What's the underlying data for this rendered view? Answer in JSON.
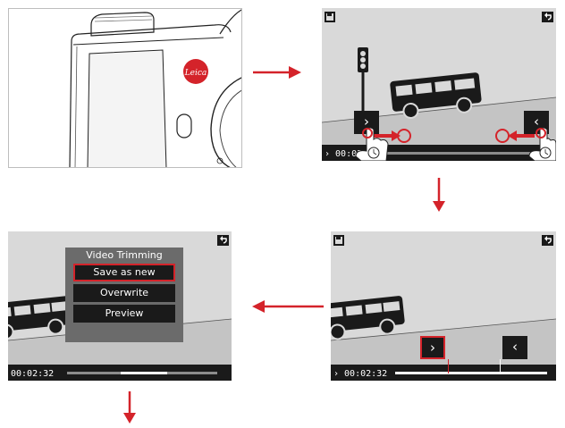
{
  "colors": {
    "screen_bg": "#d9d9d9",
    "bar_bg": "#1a1a1a",
    "highlight": "#d4232a",
    "menu_bg": "#6b6b6b"
  },
  "camera": {
    "logo_text": "Leica"
  },
  "step2": {
    "timecode": "› 00:02:32",
    "left_control": "›",
    "right_control": "‹",
    "icons": [
      "save-icon",
      "back-icon",
      "traffic-light-icon",
      "bus-icon",
      "touch-hand-icon"
    ]
  },
  "step3": {
    "timecode": "› 00:02:32",
    "left_control": "›",
    "right_control": "‹"
  },
  "step4": {
    "timecode": "00:02:32",
    "menu": {
      "title": "Video Trimming",
      "items": [
        {
          "label": "Save as new",
          "selected": true
        },
        {
          "label": "Overwrite",
          "selected": false
        },
        {
          "label": "Preview",
          "selected": false
        }
      ]
    }
  }
}
